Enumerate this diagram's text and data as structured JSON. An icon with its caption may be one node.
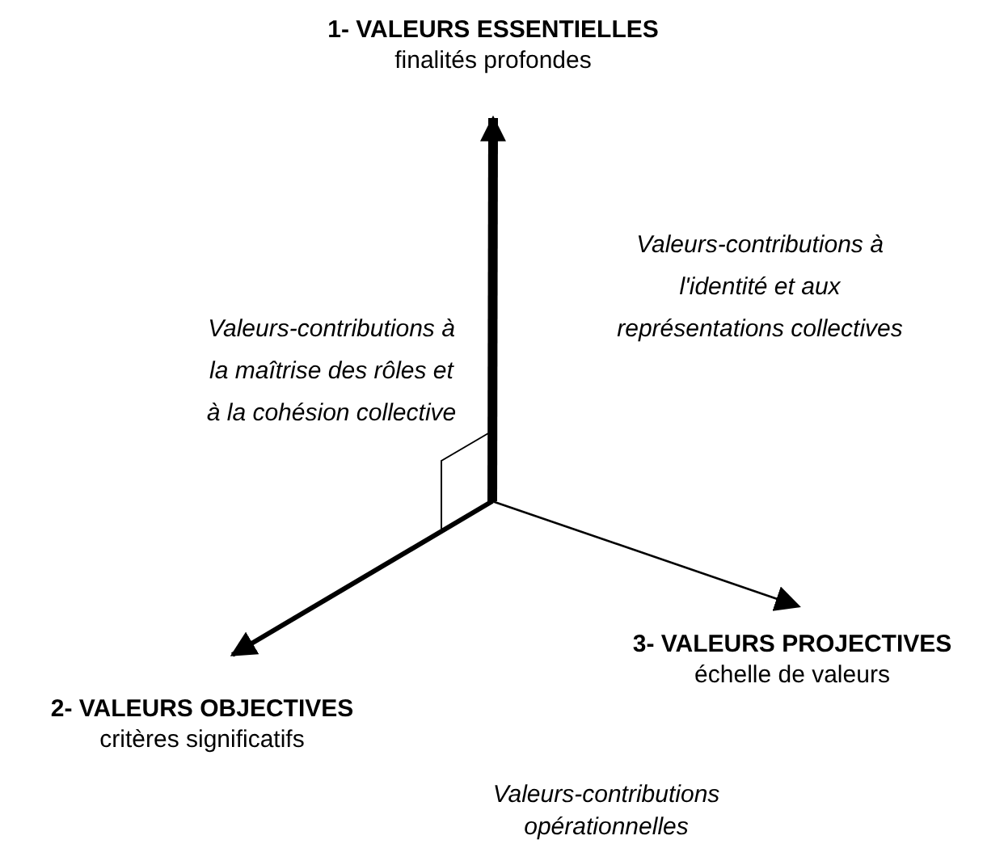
{
  "diagram": {
    "nodes": [
      {
        "text": [
          "1- VALEURS ESSENTIELLES",
          "finalités profondes"
        ]
      },
      {
        "text": [
          "2- VALEURS OBJECTIVES",
          "critères significatifs"
        ]
      },
      {
        "text": [
          "3- VALEURS PROJECTIVES",
          "échelle de valeurs"
        ]
      },
      {
        "text": [],
        "shape": "parallelogram"
      }
    ],
    "edges": [
      {
        "from": 3,
        "to": 0,
        "arrow": "to",
        "style": "thick"
      },
      {
        "from": 3,
        "to": 1,
        "arrow": "to"
      },
      {
        "from": 3,
        "to": 2,
        "arrow": "to"
      }
    ],
    "labels": [
      "Valeurs-contributions à l'identité et aux représentations collectives",
      "Valeurs-contributions à la maîtrise des rôles et à la cohésion collective",
      "Valeurs-contributions opérationnelles"
    ]
  }
}
